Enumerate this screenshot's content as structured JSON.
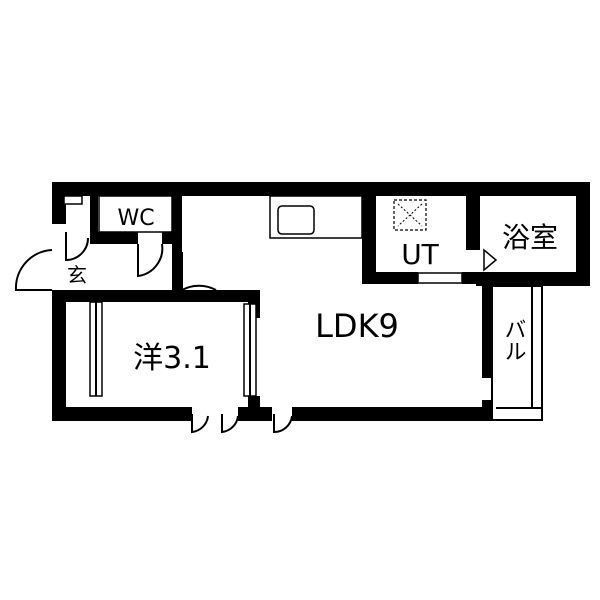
{
  "rooms": {
    "wc": "WC",
    "genkan": "玄",
    "bathroom": "浴室",
    "utility": "UT",
    "ldk": "LDK9",
    "western_room": "洋3.1",
    "balcony": "バル"
  },
  "colors": {
    "wall": "#000000",
    "background": "#ffffff"
  }
}
